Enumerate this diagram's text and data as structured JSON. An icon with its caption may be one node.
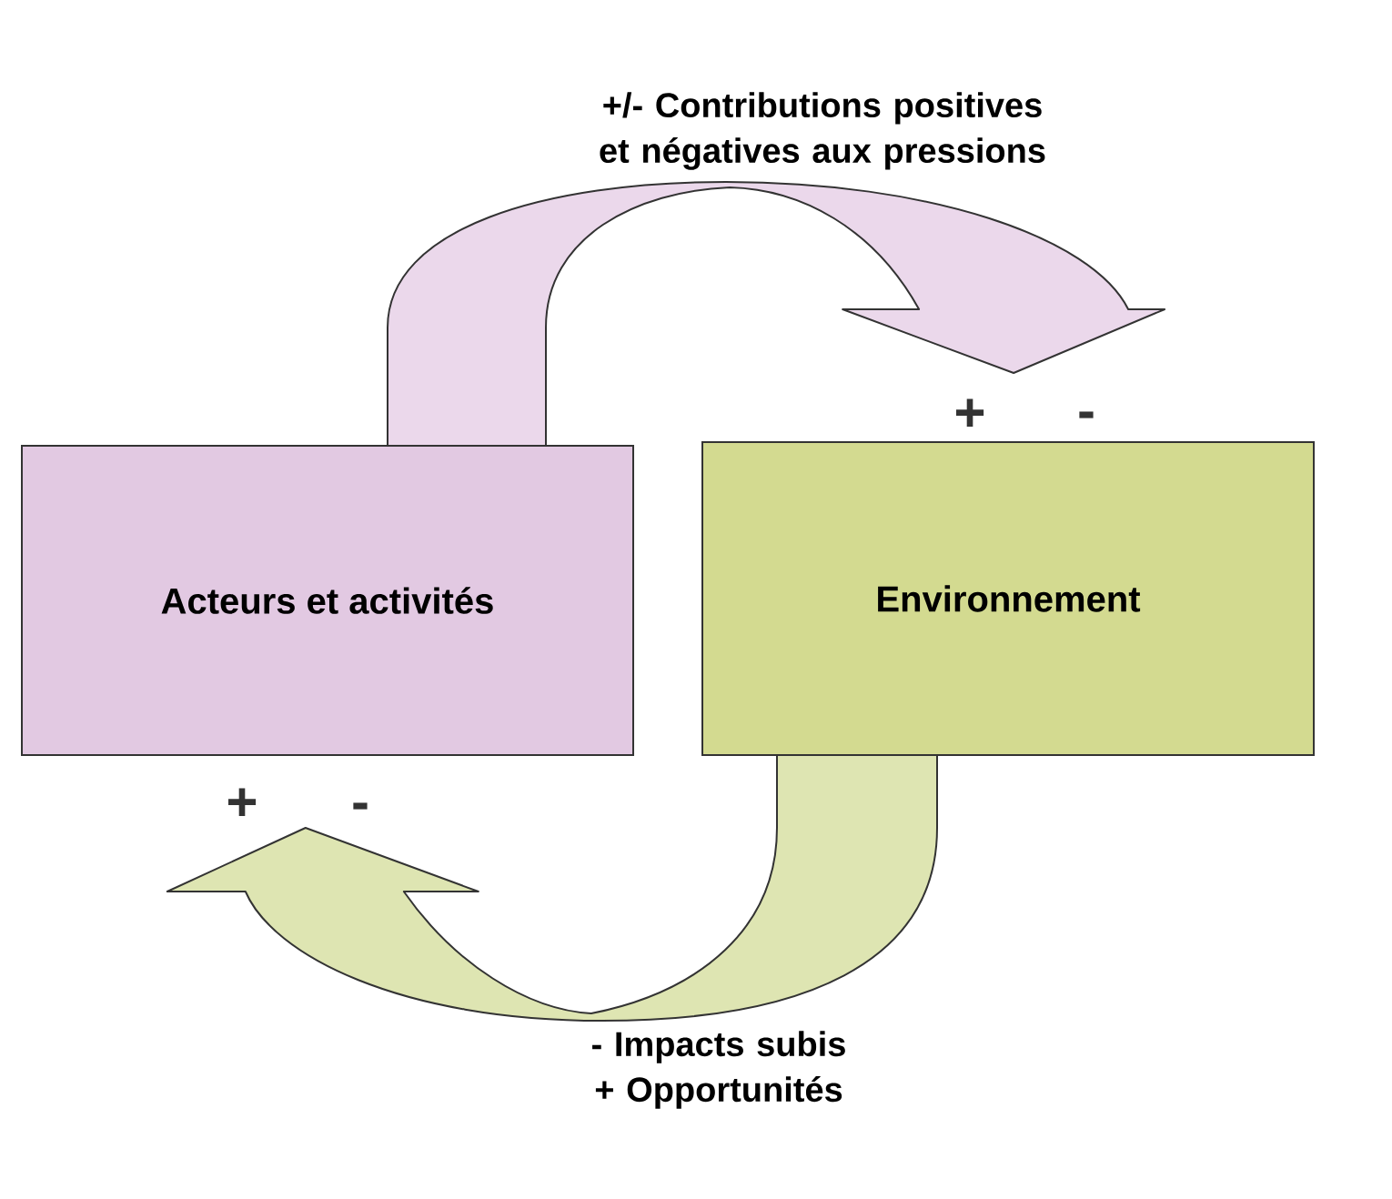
{
  "diagram": {
    "nodes": [
      {
        "text": [
          "Acteurs et activités"
        ]
      },
      {
        "text": [
          "Environnement"
        ]
      }
    ],
    "edges": [
      {
        "from": 0,
        "to": 1,
        "arrow": "to",
        "label": "+/- Contributions positives et négatives aux pressions"
      },
      {
        "from": 1,
        "to": 0,
        "arrow": "to",
        "label": "- Impacts subis + Opportunités"
      }
    ],
    "labels": [
      "+",
      "-",
      "+",
      "-"
    ]
  }
}
